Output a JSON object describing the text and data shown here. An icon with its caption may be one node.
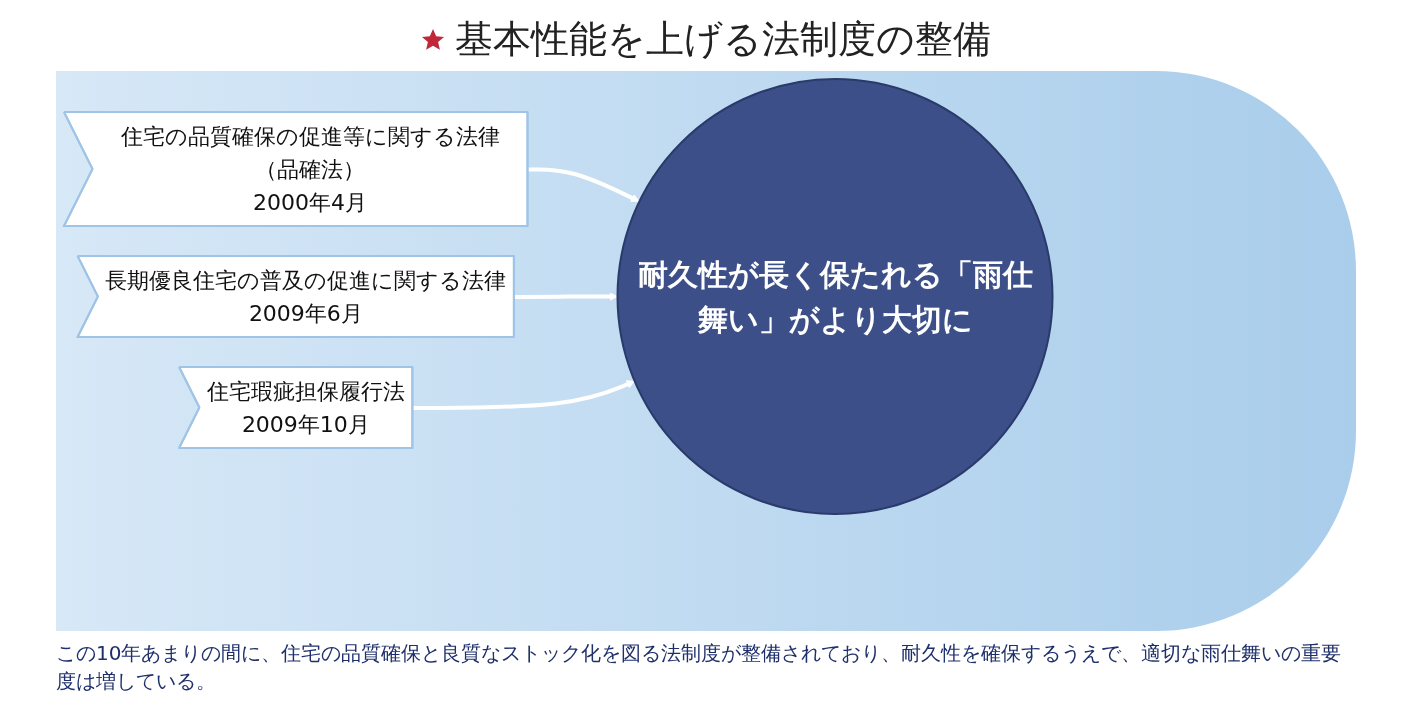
{
  "diagram": {
    "title": "基本性能を上げる法制度の整備",
    "caption": "この10年あまりの間に、住宅の品質確保と良質なストック化を図る法制度が整備されており、耐久性を確保するうえで、適切な雨仕舞いの重要度は増している。",
    "nodes": [
      {
        "text": [
          "住宅の品質確保の促進等に関する法律（品確法）",
          "2000年4月"
        ]
      },
      {
        "text": [
          "長期優良住宅の普及の促進に関する法律",
          "2009年6月"
        ]
      },
      {
        "text": [
          "住宅瑕疵担保履行法",
          "2009年10月"
        ]
      },
      {
        "text": [
          "耐久性が長く保たれる「雨仕舞い」がより大切に"
        ]
      }
    ],
    "edges": [
      {
        "from": 0,
        "to": 3,
        "arrow": "to"
      },
      {
        "from": 1,
        "to": 3,
        "arrow": "to"
      },
      {
        "from": 2,
        "to": 3,
        "arrow": "to"
      }
    ]
  }
}
